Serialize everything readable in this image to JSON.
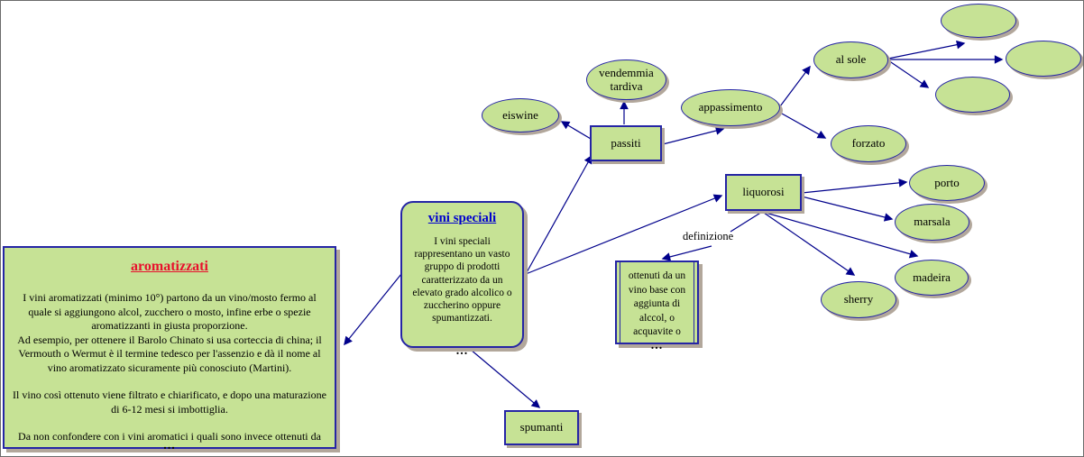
{
  "colors": {
    "node_fill": "#c6e295",
    "node_border": "#2525a5",
    "arrow": "#00008b",
    "shadow": "#b2a79b",
    "aromatizzati_title_color": "#e8112d",
    "vini_title_color": "#0000cd"
  },
  "nodes": {
    "vini_speciali": {
      "title": "vini speciali",
      "body": "I vini speciali rappresentano un vasto gruppo di prodotti caratterizzato da un elevato grado alcolico o zuccherino oppure spumantizzati.",
      "more": "..."
    },
    "aromatizzati": {
      "title": "aromatizzati",
      "p1": "I vini aromatizzati (minimo 10°) partono da un vino/mosto fermo al quale si aggiungono alcol, zucchero o mosto, infine erbe o spezie aromatizzanti in giusta proporzione.",
      "p2": "Ad esempio, per ottenere il Barolo Chinato si usa corteccia di china; il Vermouth o Wermut è il termine tedesco per l'assenzio e dà il nome al vino aromatizzato sicuramente più conosciuto (Martini).",
      "p3": "Il vino così ottenuto viene filtrato e chiarificato, e dopo una maturazione di 6-12 mesi si imbottiglia.",
      "p4": "Da non confondere con i vini aromatici i quali sono invece ottenuti da",
      "more": "..."
    },
    "ottenuti": {
      "body": "ottenuti da un vino base con aggiunta di alccol, o acquavite o",
      "more": "..."
    },
    "definizione": {
      "label": "definizione"
    },
    "passiti": {
      "label": "passiti"
    },
    "spumanti": {
      "label": "spumanti"
    },
    "liquorosi": {
      "label": "liquorosi"
    },
    "eiswine": {
      "label": "eiswine"
    },
    "vendemmia_tardiva": {
      "label": "vendemmia tardiva"
    },
    "appassimento": {
      "label": "appassimento"
    },
    "al_sole": {
      "label": "al sole"
    },
    "forzato": {
      "label": "forzato"
    },
    "porto": {
      "label": "porto"
    },
    "marsala": {
      "label": "marsala"
    },
    "madeira": {
      "label": "madeira"
    },
    "sherry": {
      "label": "sherry"
    },
    "empty_1": {
      "label": ""
    },
    "empty_2": {
      "label": ""
    },
    "empty_3": {
      "label": ""
    }
  },
  "edges": [
    {
      "from": "vini speciali",
      "to": "aromatizzati"
    },
    {
      "from": "vini speciali",
      "to": "passiti"
    },
    {
      "from": "vini speciali",
      "to": "liquorosi"
    },
    {
      "from": "vini speciali",
      "to": "spumanti"
    },
    {
      "from": "passiti",
      "to": "eiswine"
    },
    {
      "from": "passiti",
      "to": "vendemmia tardiva"
    },
    {
      "from": "passiti",
      "to": "appassimento"
    },
    {
      "from": "appassimento",
      "to": "al sole"
    },
    {
      "from": "appassimento",
      "to": "forzato"
    },
    {
      "from": "al sole",
      "to": "empty-1"
    },
    {
      "from": "al sole",
      "to": "empty-2"
    },
    {
      "from": "al sole",
      "to": "empty-3"
    },
    {
      "from": "liquorosi",
      "to": "porto"
    },
    {
      "from": "liquorosi",
      "to": "marsala"
    },
    {
      "from": "liquorosi",
      "to": "madeira"
    },
    {
      "from": "liquorosi",
      "to": "sherry"
    },
    {
      "from": "liquorosi",
      "to": "definizione",
      "label": "definizione"
    },
    {
      "from": "definizione",
      "to": "ottenuti"
    }
  ]
}
